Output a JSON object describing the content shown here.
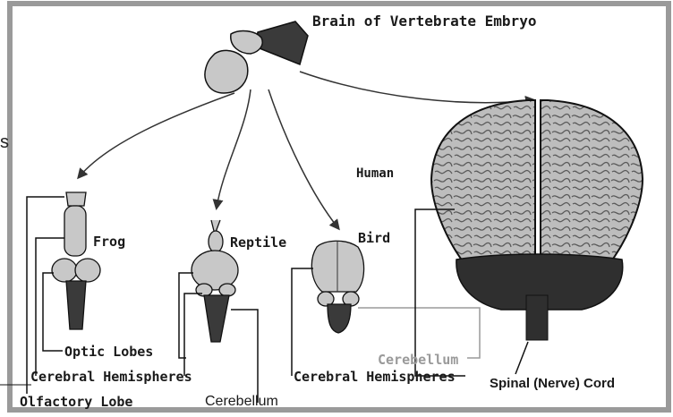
{
  "title": "Brain of Vertebrate Embryo",
  "stray_char": "s",
  "animals": {
    "frog": "Frog",
    "reptile": "Reptile",
    "bird": "Bird",
    "human": "Human"
  },
  "labels": {
    "optic_lobes": "Optic Lobes",
    "cerebral_hemispheres_left": "Cerebral Hemispheres",
    "cerebral_hemispheres_right": "Cerebral Hemispheres",
    "olfactory_lobe": "Olfactory Lobe",
    "cerebellum_bottom": "Cerebellum",
    "cerebellum_bird": "Cerebellum",
    "spinal_cord": "Spinal (Nerve) Cord"
  },
  "colors": {
    "frame": "#9a9a9a",
    "brain_fill": "#c8c8c8",
    "brain_dark": "#3a3a3a",
    "line": "#111111"
  }
}
